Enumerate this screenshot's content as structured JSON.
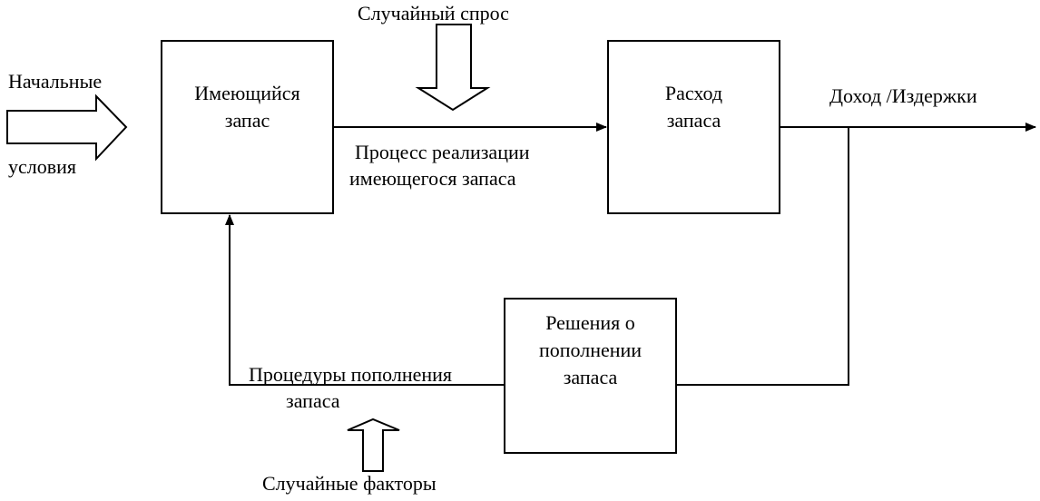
{
  "diagram": {
    "boxes": {
      "stock": {
        "line1": "Имеющийся",
        "line2": "запас"
      },
      "consumption": {
        "line1": "Расход",
        "line2": "запаса"
      },
      "decisions": {
        "line1": "Решения о",
        "line2": "пополнении",
        "line3": "запаса"
      }
    },
    "labels": {
      "random_demand": "Случайный спрос",
      "initial_line1": "Начальные",
      "initial_line2": "условия",
      "sales_line1": "Процесс реализации",
      "sales_line2": "имеющегося запаса",
      "income": "Доход /Издержки",
      "replenish_line1": "Процедуры пополнения",
      "replenish_line2": "запаса",
      "random_factors": "Случайные факторы"
    }
  }
}
